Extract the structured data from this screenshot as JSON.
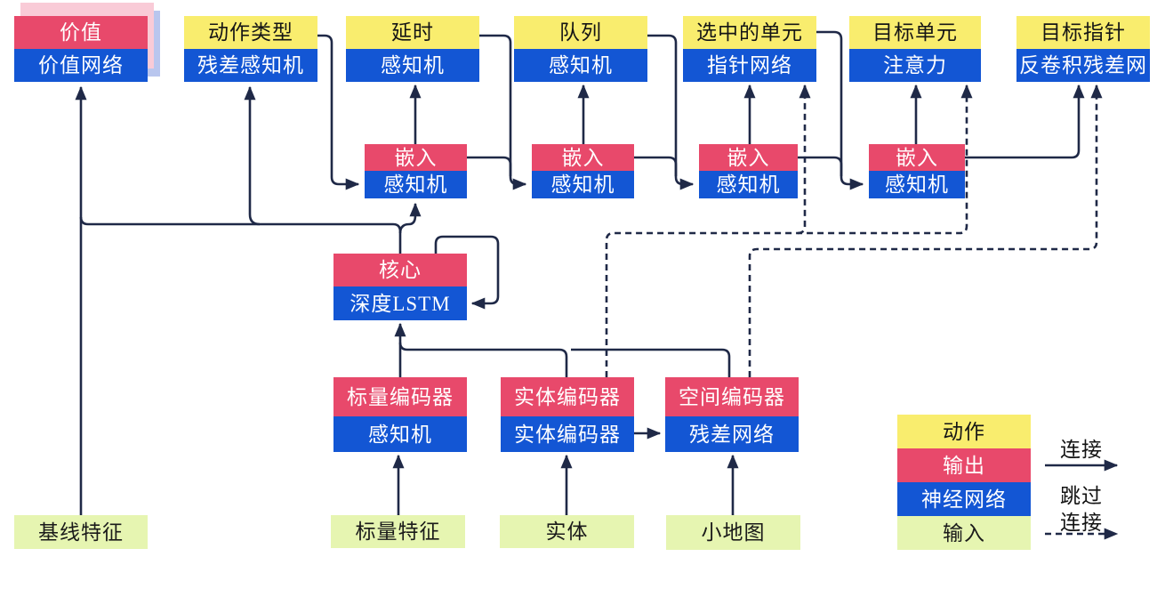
{
  "title": "agent-architecture-diagram",
  "colors": {
    "action_yellow": "#f9ed6e",
    "output_red": "#e8496b",
    "network_blue": "#1356d4",
    "input_green": "#e6f5b1",
    "wire_navy": "#1f2947",
    "value_card_pink": "#f9cbd7",
    "value_card_blue": "#b9c6ee"
  },
  "nodes": {
    "value": {
      "top": "价值",
      "bottom": "价值网络"
    },
    "action_type": {
      "top": "动作类型",
      "bottom": "残差感知机"
    },
    "delay": {
      "top": "延时",
      "bottom": "感知机"
    },
    "queue": {
      "top": "队列",
      "bottom": "感知机"
    },
    "selected_units": {
      "top": "选中的单元",
      "bottom": "指针网络"
    },
    "target_unit": {
      "top": "目标单元",
      "bottom": "注意力"
    },
    "target_point": {
      "top": "目标指针",
      "bottom": "反卷积残差网"
    },
    "embed1": {
      "top": "嵌入",
      "bottom": "感知机"
    },
    "embed2": {
      "top": "嵌入",
      "bottom": "感知机"
    },
    "embed3": {
      "top": "嵌入",
      "bottom": "感知机"
    },
    "embed4": {
      "top": "嵌入",
      "bottom": "感知机"
    },
    "core": {
      "top": "核心",
      "bottom": "深度LSTM"
    },
    "scalar_encoder": {
      "top": "标量编码器",
      "bottom": "感知机"
    },
    "entity_encoder": {
      "top": "实体编码器",
      "bottom": "实体编码器"
    },
    "spatial_encoder": {
      "top": "空间编码器",
      "bottom": "残差网络"
    }
  },
  "inputs": {
    "baseline": "基线特征",
    "scalar": "标量特征",
    "entities": "实体",
    "minimap": "小地图"
  },
  "legend": {
    "action": "动作",
    "output": "输出",
    "network": "神经网络",
    "input": "输入",
    "solid_label": "连接",
    "dashed_label1": "跳过",
    "dashed_label2": "连接"
  },
  "edges": [
    {
      "from": "baseline_features",
      "to": "value",
      "style": "solid"
    },
    {
      "from": "core",
      "to": "value",
      "style": "solid"
    },
    {
      "from": "core",
      "to": "action_type",
      "style": "solid"
    },
    {
      "from": "core",
      "to": "embed1",
      "style": "solid"
    },
    {
      "from": "core",
      "to": "core",
      "style": "solid",
      "note": "recurrent-loop"
    },
    {
      "from": "embed1",
      "to": "delay",
      "style": "solid"
    },
    {
      "from": "action_type",
      "to": "embed1",
      "style": "solid"
    },
    {
      "from": "embed1",
      "to": "embed2",
      "style": "solid"
    },
    {
      "from": "delay",
      "to": "embed2",
      "style": "solid"
    },
    {
      "from": "embed2",
      "to": "queue",
      "style": "solid"
    },
    {
      "from": "embed2",
      "to": "embed3",
      "style": "solid"
    },
    {
      "from": "queue",
      "to": "embed3",
      "style": "solid"
    },
    {
      "from": "embed3",
      "to": "selected_units",
      "style": "solid"
    },
    {
      "from": "embed3",
      "to": "embed4",
      "style": "solid"
    },
    {
      "from": "selected_units",
      "to": "embed4",
      "style": "solid"
    },
    {
      "from": "embed4",
      "to": "target_unit",
      "style": "solid"
    },
    {
      "from": "embed4",
      "to": "target_point",
      "style": "solid"
    },
    {
      "from": "scalar_features",
      "to": "scalar_encoder",
      "style": "solid"
    },
    {
      "from": "entities",
      "to": "entity_encoder",
      "style": "solid"
    },
    {
      "from": "minimap",
      "to": "spatial_encoder",
      "style": "solid"
    },
    {
      "from": "scalar_encoder",
      "to": "core",
      "style": "solid"
    },
    {
      "from": "entity_encoder",
      "to": "core",
      "style": "solid"
    },
    {
      "from": "spatial_encoder",
      "to": "core",
      "style": "solid"
    },
    {
      "from": "entity_encoder",
      "to": "spatial_encoder",
      "style": "solid"
    },
    {
      "from": "entity_encoder",
      "to": "selected_units",
      "style": "dashed"
    },
    {
      "from": "entity_encoder",
      "to": "target_unit",
      "style": "dashed"
    },
    {
      "from": "spatial_encoder",
      "to": "target_point",
      "style": "dashed"
    }
  ]
}
